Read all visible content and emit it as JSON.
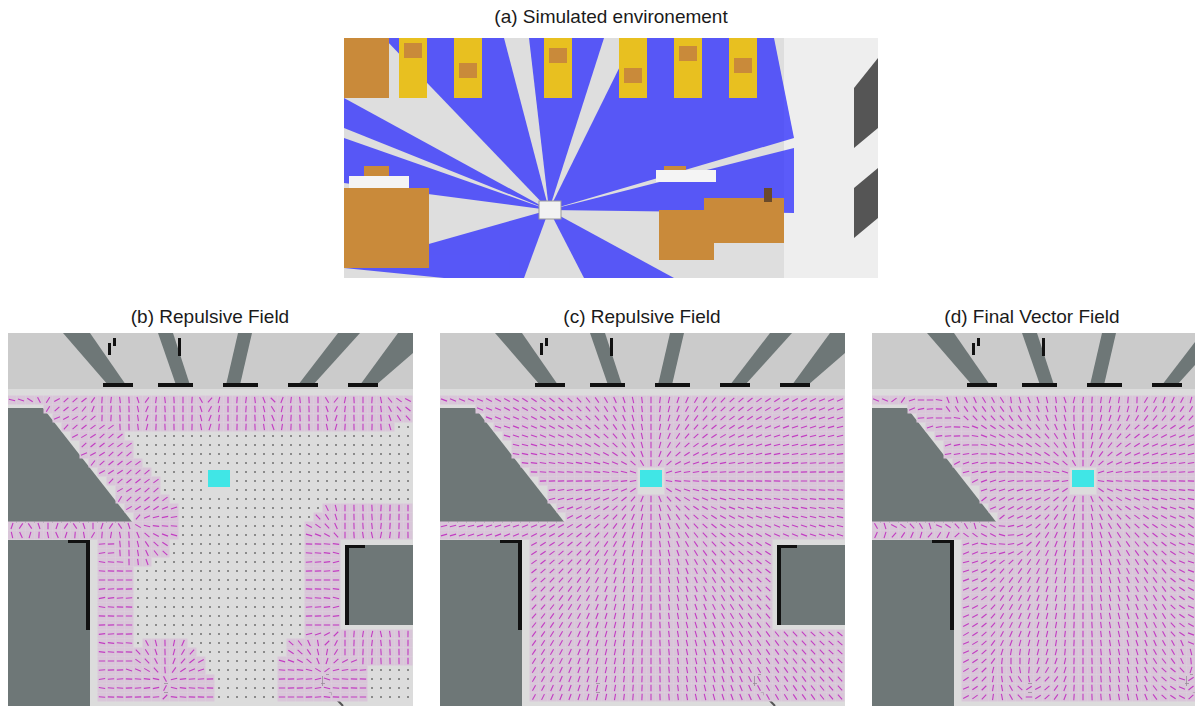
{
  "diagram": {
    "labels": [
      "(a) Simulated environement",
      "(b) Repulsive Field",
      "(c) Repulsive Field",
      "(d) Final Vector Field"
    ]
  }
}
